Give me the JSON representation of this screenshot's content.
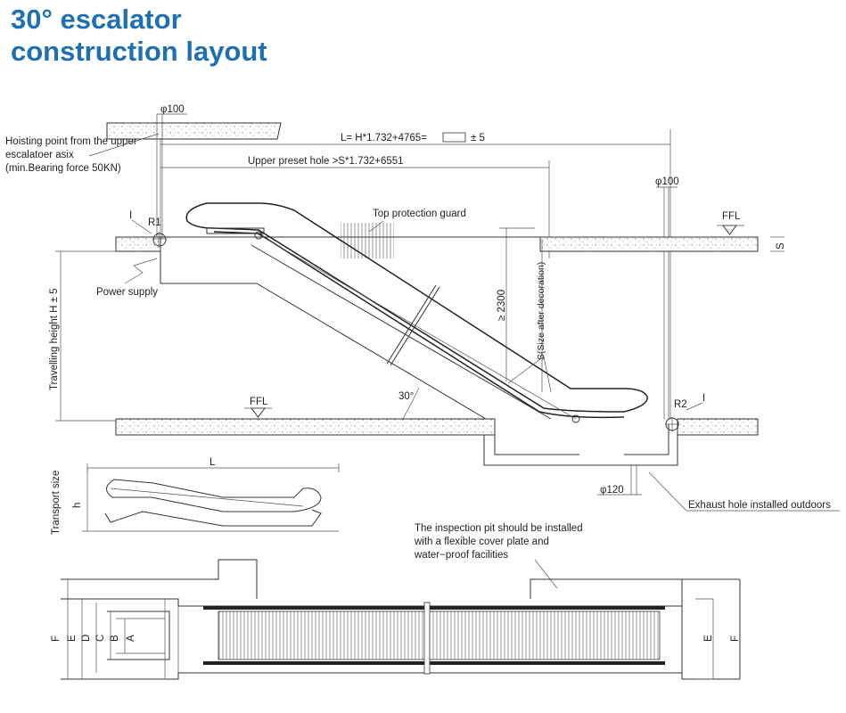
{
  "title": {
    "line1": "30° escalator",
    "line2": "construction layout"
  },
  "labels": {
    "phi100_top": "φ100",
    "hoisting_1": "Hoisting point from the upper",
    "hoisting_2": "escalatoer asix",
    "hoisting_3": "(min.Bearing force 50KN)",
    "length_prefix": "L= H*1.732+4765=",
    "length_tol": "± 5",
    "upper_preset": "Upper preset hole >S*1.732+6551",
    "phi100_right": "φ100",
    "marker_i_left": "I",
    "r1": "R1",
    "top_guard": "Top protection guard",
    "ffl_top": "FFL",
    "s_mark": "S",
    "power_supply": "Power supply",
    "travel_height": "Travelling height H ± 5",
    "dim_2300": "≥ 2300",
    "size_after": "S(Size after decoration)",
    "angle": "30°",
    "ffl_bottom": "FFL",
    "r2": "R2",
    "marker_i_right": "I",
    "transport_size": "Transport size",
    "dim_l": "L",
    "dim_h": "h",
    "phi120": "φ120",
    "exhaust": "Exhaust hole installed outdoors",
    "inspection_1": "The inspection pit should be installed",
    "inspection_2": "with a flexible cover plate and",
    "inspection_3": "water−proof facilities",
    "dim_f_left": "F",
    "dim_e_left": "E",
    "dim_d": "D",
    "dim_c": "C",
    "dim_b": "B",
    "dim_a": "A",
    "dim_e_right": "E",
    "dim_f_right": "F"
  },
  "colors": {
    "title": "#1f6fb3",
    "line": "#333333",
    "background": "#ffffff"
  }
}
